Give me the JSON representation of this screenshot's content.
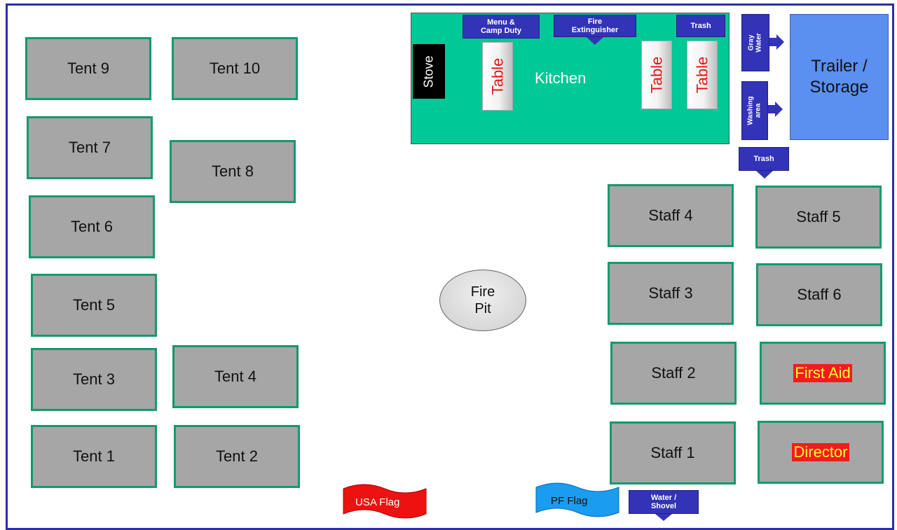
{
  "tents": {
    "t9": "Tent 9",
    "t10": "Tent 10",
    "t7": "Tent 7",
    "t8": "Tent 8",
    "t6": "Tent 6",
    "t5": "Tent 5",
    "t3": "Tent 3",
    "t4": "Tent 4",
    "t1": "Tent 1",
    "t2": "Tent 2"
  },
  "staff": {
    "s4": "Staff 4",
    "s5": "Staff 5",
    "s3": "Staff 3",
    "s6": "Staff 6",
    "s2": "Staff 2",
    "s1": "Staff 1",
    "first_aid": "First Aid",
    "director": "Director"
  },
  "kitchen": {
    "label": "Kitchen",
    "stove": "Stove",
    "table": "Table",
    "menu_line1": "Menu &",
    "menu_line2": "Camp Duty",
    "fire_line1": "Fire",
    "fire_line2": "Extinguisher",
    "trash": "Trash"
  },
  "side": {
    "gray_line1": "Gray",
    "gray_line2": "Water",
    "wash_line1": "Washing",
    "wash_line2": "area",
    "trash": "Trash"
  },
  "trailer": {
    "line1": "Trailer /",
    "line2": "Storage"
  },
  "fire_pit": {
    "line1": "Fire",
    "line2": "Pit"
  },
  "bottom": {
    "usa_flag": "USA Flag",
    "pf_flag": "PF Flag",
    "water_line1": "Water /",
    "water_line2": "Shovel"
  },
  "colors": {
    "tent_fill": "#a6a6a6",
    "tent_border": "#129a6e",
    "kitchen": "#00c896",
    "callout": "#3333b8",
    "trailer": "#5b8ff0",
    "highlight_bg": "#f21c1c",
    "highlight_text": "#ffff33",
    "usa_flag": "#ee1111",
    "pf_flag": "#1a9cf0"
  }
}
